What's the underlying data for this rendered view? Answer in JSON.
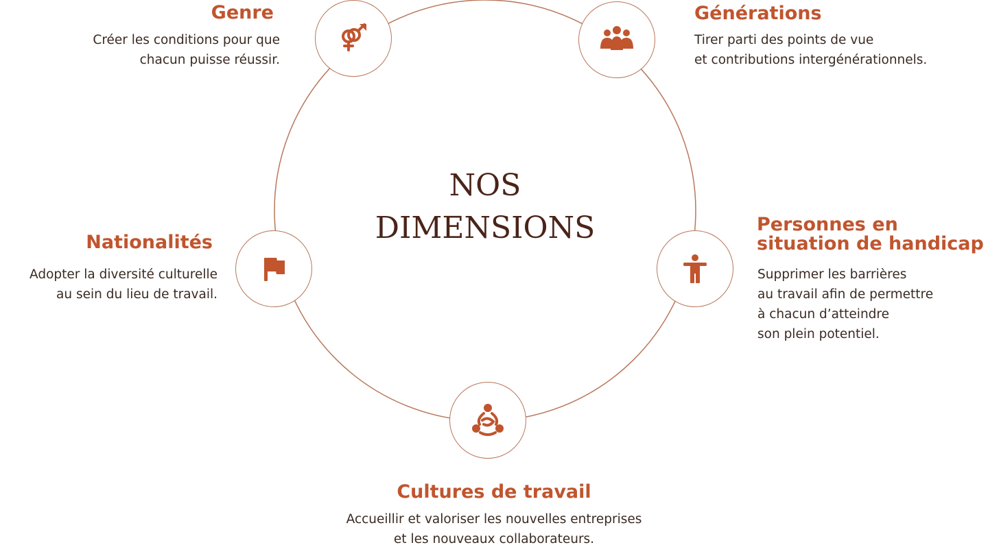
{
  "center": {
    "line1": "NOS",
    "line2": "DIMENSIONS"
  },
  "colors": {
    "accent": "#c0552e",
    "ring": "#b8775a",
    "text": "#3a2a22",
    "center_text": "#4a2419"
  },
  "dimensions": [
    {
      "icon": "gender-symbol-icon",
      "title_lines": [
        "Genre"
      ],
      "desc_lines": [
        "Créer les conditions pour que",
        "chacun puisse réussir."
      ]
    },
    {
      "icon": "people-group-icon",
      "title_lines": [
        "Générations"
      ],
      "desc_lines": [
        "Tirer parti des points de vue",
        "et contributions intergénérationnels."
      ]
    },
    {
      "icon": "accessibility-person-icon",
      "title_lines": [
        "Personnes en",
        "situation de handicap"
      ],
      "desc_lines": [
        "Supprimer les barrières",
        "au travail afin de permettre",
        "à chacun d’atteindre",
        "son plein potentiel."
      ]
    },
    {
      "icon": "connected-people-icon",
      "title_lines": [
        "Cultures de travail"
      ],
      "desc_lines": [
        "Accueillir et valoriser les nouvelles entreprises",
        "et les nouveaux collaborateurs."
      ]
    },
    {
      "icon": "flag-icon",
      "title_lines": [
        "Nationalités"
      ],
      "desc_lines": [
        "Adopter la diversité culturelle",
        "au sein du lieu de travail."
      ]
    }
  ]
}
